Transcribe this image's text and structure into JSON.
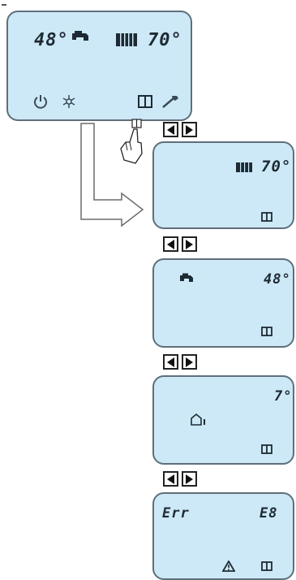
{
  "main_display": {
    "dhw_temp": "48°",
    "heating_temp": "70°"
  },
  "screens": [
    {
      "value": "70°"
    },
    {
      "value": "48°"
    },
    {
      "value": "7°"
    },
    {
      "left": "Err",
      "right": "E8"
    }
  ],
  "icons": {
    "main": [
      "tap-icon",
      "radiator-icon",
      "power-icon",
      "frost-icon",
      "info-book-icon",
      "wrench-icon"
    ],
    "screen_1": [
      "radiator-icon",
      "info-book-icon"
    ],
    "screen_2": [
      "tap-icon",
      "info-book-icon"
    ],
    "screen_3": [
      "outdoor-sensor-icon",
      "info-book-icon"
    ],
    "screen_4": [
      "warning-icon",
      "info-book-icon"
    ],
    "navigation": [
      "arrow-left-icon",
      "arrow-right-icon"
    ],
    "pointer": "hand-pointer-icon"
  },
  "colors": {
    "lcd_background": "#cde9f7",
    "lcd_border": "#5f6f7a",
    "segment_text": "#1e2a33"
  }
}
